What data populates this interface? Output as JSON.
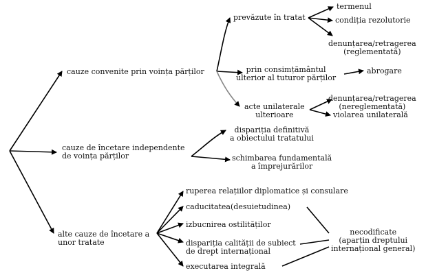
{
  "nodes": {
    "n_convenite": "cauze convenite prin voința părților",
    "n_independente": "cauze de încetare independente\nde voința părților",
    "n_alte": "alte cauze de încetare a\nunor tratate",
    "n_prevazute": "prevăzute în tratat",
    "n_consimtamant": "prin consimțământul\nulterior al tuturor părților",
    "n_acte": "acte unilaterale\nulterioare",
    "n_termenul": "termenul",
    "n_conditia": "condiția rezolutorie",
    "n_denuntarea_regl": "denunțarea/retragerea\n(reglementată)",
    "n_abrogare": "abrogare",
    "n_denuntarea_nereg": "denunțarea/retragerea\n(nereglementată)",
    "n_violarea": "violarea unilaterală",
    "n_disparitia_obiect": "dispariția definitivă\na obiectului tratatului",
    "n_schimbarea": "schimbarea fundamentală\na împrejurărilor",
    "n_ruperea": "ruperea relațiilor diplomatice și consulare",
    "n_caducitatea": "caducitatea(desuietudinea)",
    "n_izbucnirea": "izbucnirea ostilităților",
    "n_disparitia_subiect": "dispariția calității de subiect\nde drept internațional",
    "n_executarea": "executarea integrală",
    "n_necodificate": "necodificate\n(aparțin dreptului\ninternațional general)"
  }
}
